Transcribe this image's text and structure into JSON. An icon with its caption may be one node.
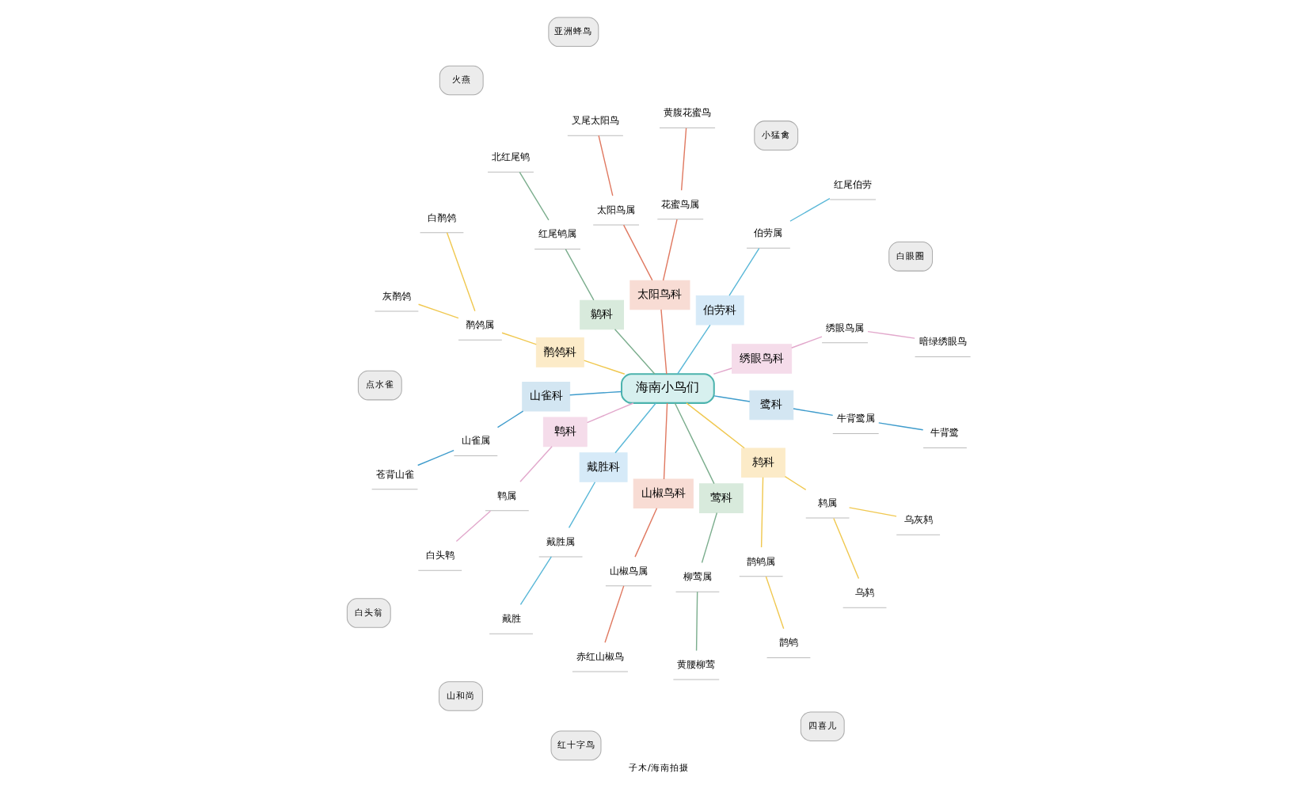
{
  "diagram": {
    "caption": "子木/海南拍摄",
    "nodes": [
      {
        "text": [
          "海南小鸟们"
        ]
      },
      {
        "text": [
          "绣眼鸟科"
        ]
      },
      {
        "text": [
          "绣眼鸟属"
        ]
      },
      {
        "text": [
          "暗绿绣眼鸟"
        ]
      },
      {
        "text": [
          "伯劳科"
        ]
      },
      {
        "text": [
          "伯劳属"
        ]
      },
      {
        "text": [
          "红尾伯劳"
        ]
      },
      {
        "text": [
          "太阳鸟科"
        ]
      },
      {
        "text": [
          "花蜜鸟属"
        ]
      },
      {
        "text": [
          "黄腹花蜜鸟"
        ]
      },
      {
        "text": [
          "太阳鸟属"
        ]
      },
      {
        "text": [
          "叉尾太阳鸟"
        ]
      },
      {
        "text": [
          "鹟科"
        ]
      },
      {
        "text": [
          "红尾鸲属"
        ]
      },
      {
        "text": [
          "北红尾鸲"
        ]
      },
      {
        "text": [
          "鹡鸰科"
        ]
      },
      {
        "text": [
          "鹡鸰属"
        ]
      },
      {
        "text": [
          "白鹡鸰"
        ]
      },
      {
        "text": [
          "灰鹡鸰"
        ]
      },
      {
        "text": [
          "山雀科"
        ]
      },
      {
        "text": [
          "山雀属"
        ]
      },
      {
        "text": [
          "苍背山雀"
        ]
      },
      {
        "text": [
          "鹎科"
        ]
      },
      {
        "text": [
          "鹎属"
        ]
      },
      {
        "text": [
          "白头鹎"
        ]
      },
      {
        "text": [
          "戴胜科"
        ]
      },
      {
        "text": [
          "戴胜属"
        ]
      },
      {
        "text": [
          "戴胜"
        ]
      },
      {
        "text": [
          "山椒鸟科"
        ]
      },
      {
        "text": [
          "山椒鸟属"
        ]
      },
      {
        "text": [
          "赤红山椒鸟"
        ]
      },
      {
        "text": [
          "莺科"
        ]
      },
      {
        "text": [
          "柳莺属"
        ]
      },
      {
        "text": [
          "黄腰柳莺"
        ]
      },
      {
        "text": [
          "鸫科"
        ]
      },
      {
        "text": [
          "鹊鸲属"
        ]
      },
      {
        "text": [
          "鹊鸲"
        ]
      },
      {
        "text": [
          "鸫属"
        ]
      },
      {
        "text": [
          "乌鸫"
        ]
      },
      {
        "text": [
          "乌灰鸫"
        ]
      },
      {
        "text": [
          "鹭科"
        ]
      },
      {
        "text": [
          "牛背鹭属"
        ]
      },
      {
        "text": [
          "牛背鹭"
        ]
      },
      {
        "text": [
          "白眼圈"
        ]
      },
      {
        "text": [
          "小猛禽"
        ]
      },
      {
        "text": [
          "亚洲蜂鸟"
        ]
      },
      {
        "text": [
          "火燕"
        ]
      },
      {
        "text": [
          "点水雀"
        ]
      },
      {
        "text": [
          "白头翁"
        ]
      },
      {
        "text": [
          "山和尚"
        ]
      },
      {
        "text": [
          "红十字鸟"
        ]
      },
      {
        "text": [
          "四喜儿"
        ]
      }
    ],
    "edges": [
      {
        "from": 0,
        "to": 1,
        "arrow": "none",
        "color": "#e2a8cc"
      },
      {
        "from": 1,
        "to": 2,
        "arrow": "none",
        "color": "#e2a8cc"
      },
      {
        "from": 2,
        "to": 3,
        "arrow": "none",
        "color": "#e2a8cc"
      },
      {
        "from": 0,
        "to": 4,
        "arrow": "none",
        "color": "#5bb8d8"
      },
      {
        "from": 4,
        "to": 5,
        "arrow": "none",
        "color": "#5bb8d8"
      },
      {
        "from": 5,
        "to": 6,
        "arrow": "none",
        "color": "#5bb8d8"
      },
      {
        "from": 0,
        "to": 7,
        "arrow": "none",
        "color": "#e07a62"
      },
      {
        "from": 7,
        "to": 8,
        "arrow": "none",
        "color": "#e07a62"
      },
      {
        "from": 8,
        "to": 9,
        "arrow": "none",
        "color": "#e07a62"
      },
      {
        "from": 7,
        "to": 10,
        "arrow": "none",
        "color": "#e07a62"
      },
      {
        "from": 10,
        "to": 11,
        "arrow": "none",
        "color": "#e07a62"
      },
      {
        "from": 0,
        "to": 12,
        "arrow": "none",
        "color": "#7cae8e"
      },
      {
        "from": 12,
        "to": 13,
        "arrow": "none",
        "color": "#7cae8e"
      },
      {
        "from": 13,
        "to": 14,
        "arrow": "none",
        "color": "#7cae8e"
      },
      {
        "from": 0,
        "to": 15,
        "arrow": "none",
        "color": "#f0c850"
      },
      {
        "from": 15,
        "to": 16,
        "arrow": "none",
        "color": "#f0c850"
      },
      {
        "from": 16,
        "to": 17,
        "arrow": "none",
        "color": "#f0c850"
      },
      {
        "from": 16,
        "to": 18,
        "arrow": "none",
        "color": "#f0c850"
      },
      {
        "from": 0,
        "to": 19,
        "arrow": "none",
        "color": "#3f9ccc"
      },
      {
        "from": 19,
        "to": 20,
        "arrow": "none",
        "color": "#3f9ccc"
      },
      {
        "from": 20,
        "to": 21,
        "arrow": "none",
        "color": "#3f9ccc"
      },
      {
        "from": 0,
        "to": 22,
        "arrow": "none",
        "color": "#e2a8cc"
      },
      {
        "from": 22,
        "to": 23,
        "arrow": "none",
        "color": "#e2a8cc"
      },
      {
        "from": 23,
        "to": 24,
        "arrow": "none",
        "color": "#e2a8cc"
      },
      {
        "from": 0,
        "to": 25,
        "arrow": "none",
        "color": "#5bb8d8"
      },
      {
        "from": 25,
        "to": 26,
        "arrow": "none",
        "color": "#5bb8d8"
      },
      {
        "from": 26,
        "to": 27,
        "arrow": "none",
        "color": "#5bb8d8"
      },
      {
        "from": 0,
        "to": 28,
        "arrow": "none",
        "color": "#e07a62"
      },
      {
        "from": 28,
        "to": 29,
        "arrow": "none",
        "color": "#e07a62"
      },
      {
        "from": 29,
        "to": 30,
        "arrow": "none",
        "color": "#e07a62"
      },
      {
        "from": 0,
        "to": 31,
        "arrow": "none",
        "color": "#7cae8e"
      },
      {
        "from": 31,
        "to": 32,
        "arrow": "none",
        "color": "#7cae8e"
      },
      {
        "from": 32,
        "to": 33,
        "arrow": "none",
        "color": "#7cae8e"
      },
      {
        "from": 0,
        "to": 34,
        "arrow": "none",
        "color": "#f0c850"
      },
      {
        "from": 34,
        "to": 35,
        "arrow": "none",
        "color": "#f0c850"
      },
      {
        "from": 35,
        "to": 36,
        "arrow": "none",
        "color": "#f0c850"
      },
      {
        "from": 34,
        "to": 37,
        "arrow": "none",
        "color": "#f0c850"
      },
      {
        "from": 37,
        "to": 38,
        "arrow": "none",
        "color": "#f0c850"
      },
      {
        "from": 37,
        "to": 39,
        "arrow": "none",
        "color": "#f0c850"
      },
      {
        "from": 0,
        "to": 40,
        "arrow": "none",
        "color": "#3f9ccc"
      },
      {
        "from": 40,
        "to": 41,
        "arrow": "none",
        "color": "#3f9ccc"
      },
      {
        "from": 41,
        "to": 42,
        "arrow": "none",
        "color": "#3f9ccc"
      }
    ]
  }
}
